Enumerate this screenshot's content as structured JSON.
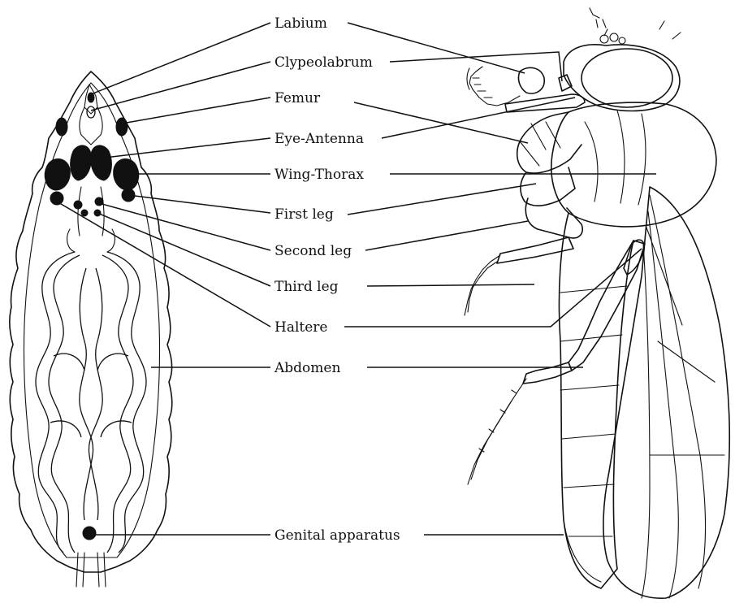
{
  "labels": {
    "labium": "Labium",
    "clypeolabrum": "Clypeolabrum",
    "femur": "Femur",
    "eye_antenna": "Eye-Antenna",
    "wing_thorax": "Wing-Thorax",
    "first_leg": "First leg",
    "second_leg": "Second leg",
    "third_leg": "Third leg",
    "haltere": "Haltere",
    "abdomen": "Abdomen",
    "genital_apparatus": "Genital apparatus"
  }
}
